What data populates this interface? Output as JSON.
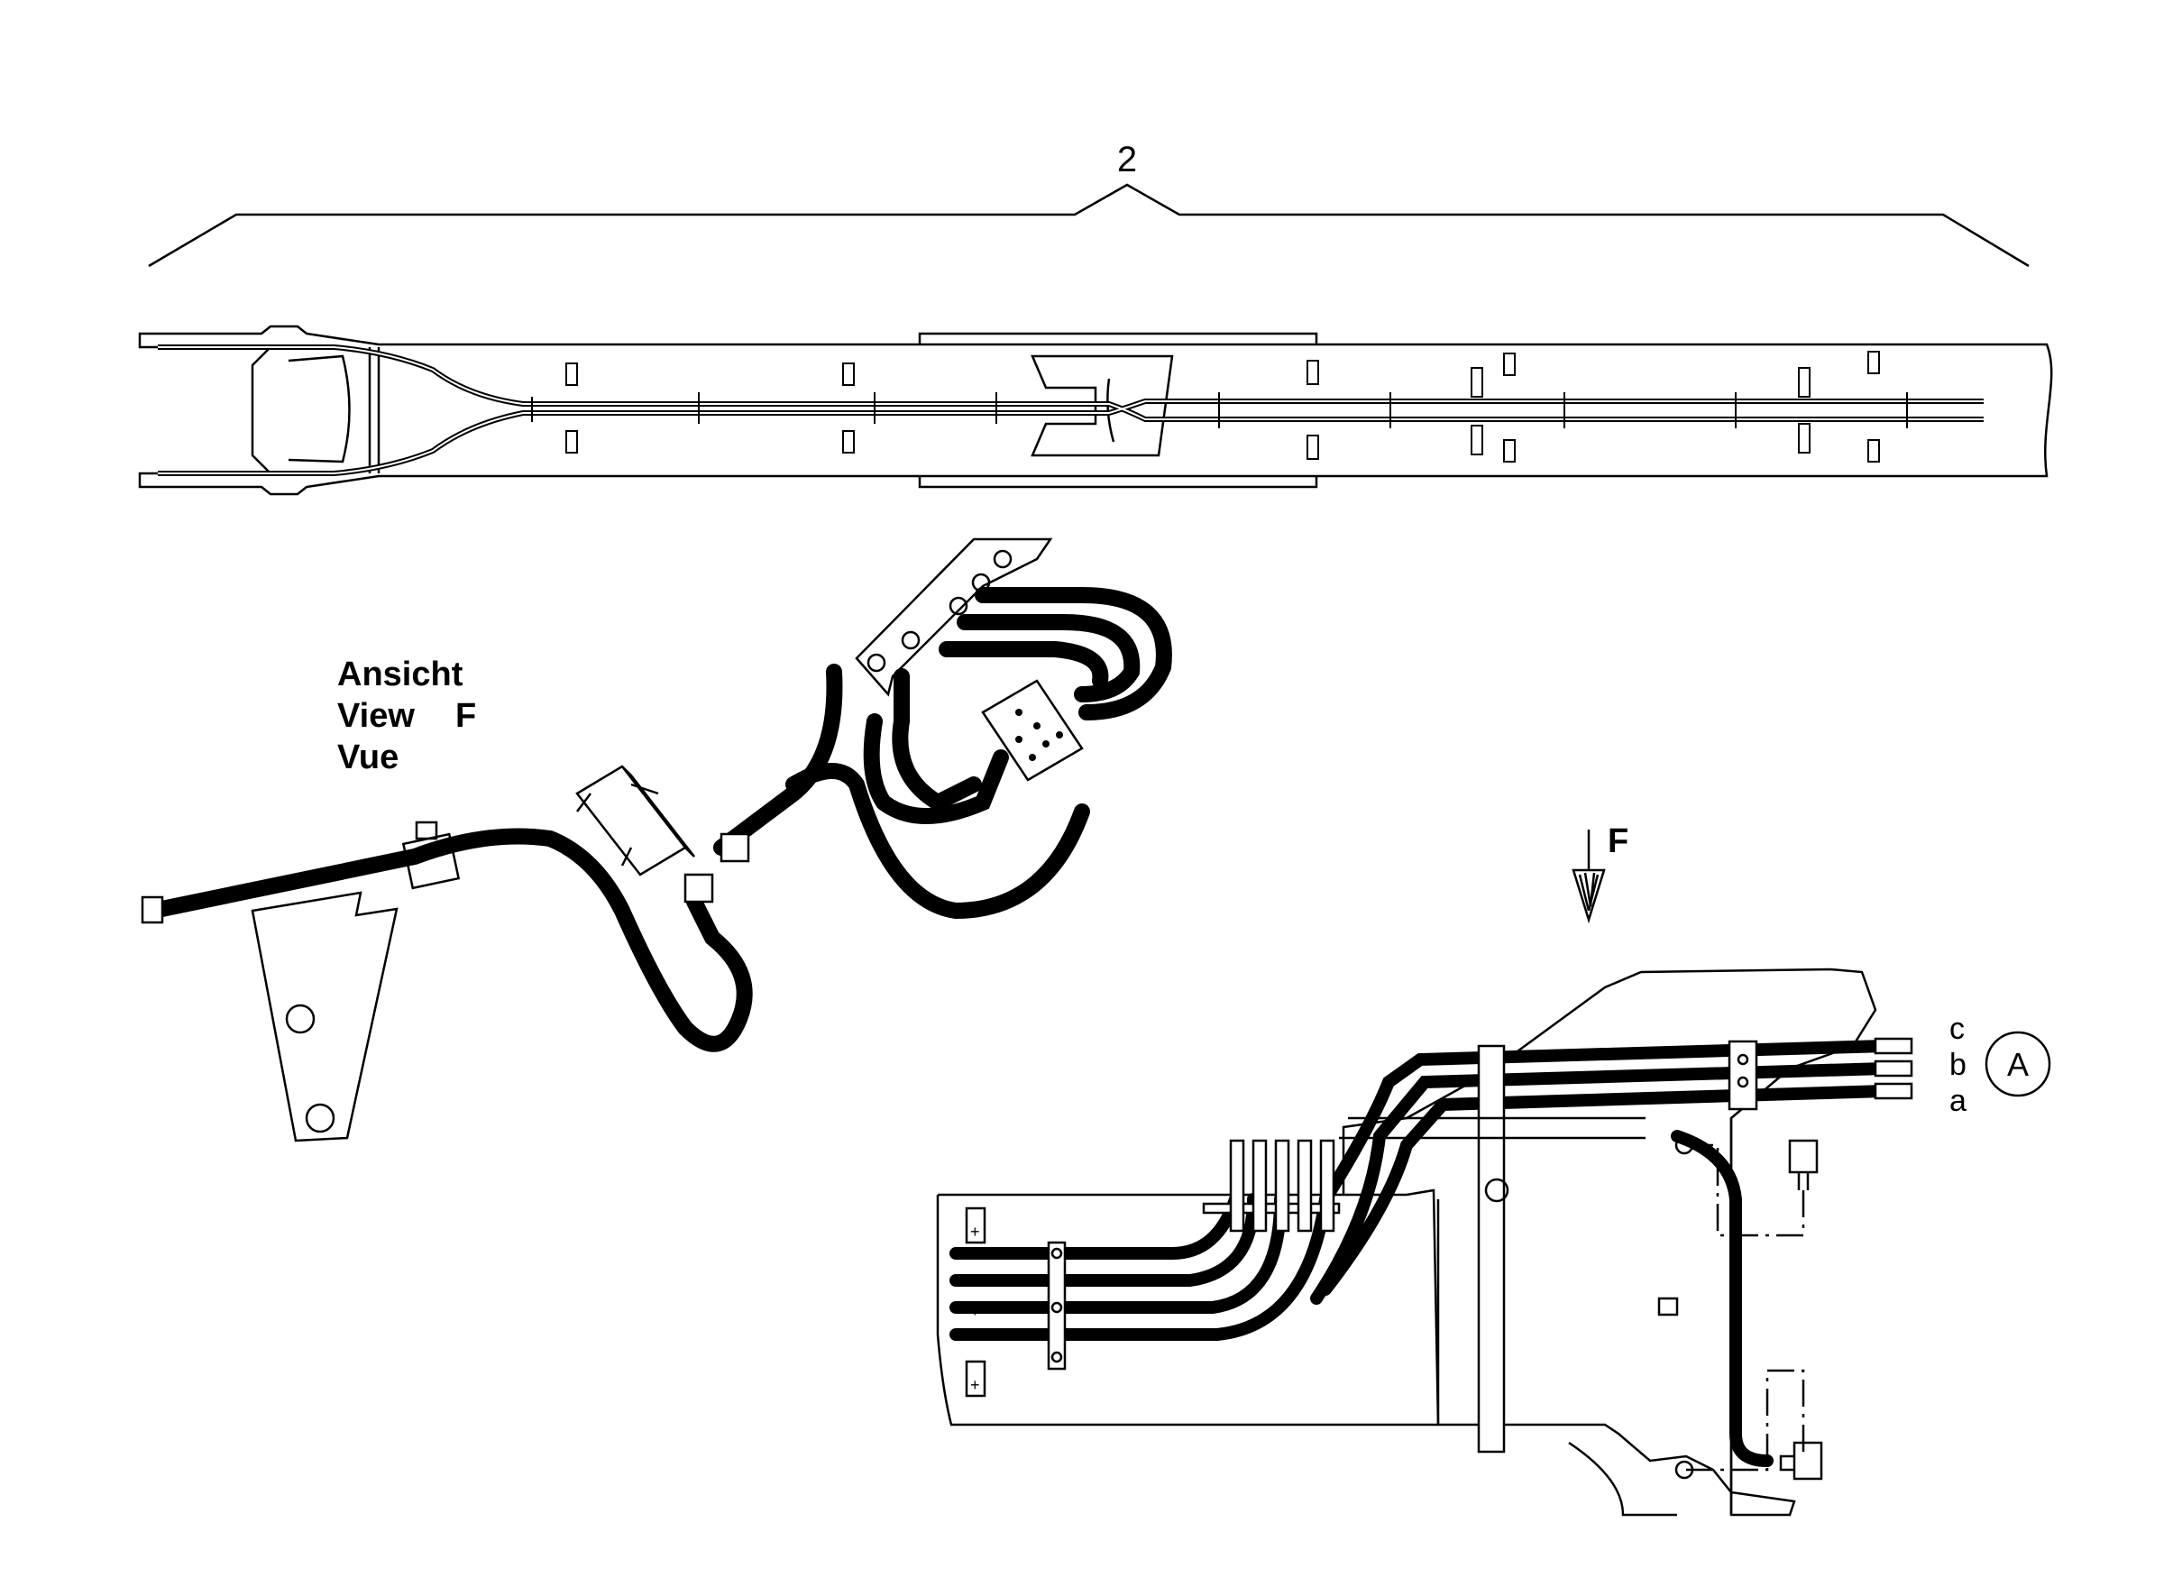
{
  "callout_number": "2",
  "view_label": {
    "de": "Ansicht",
    "en": "View",
    "fr": "Vue",
    "letter": "F"
  },
  "view_arrow_letter": "F",
  "port_labels": [
    "c",
    "b",
    "a"
  ],
  "detail_circle_label": "A",
  "colors": {
    "line": "#000000",
    "background": "#ffffff"
  }
}
